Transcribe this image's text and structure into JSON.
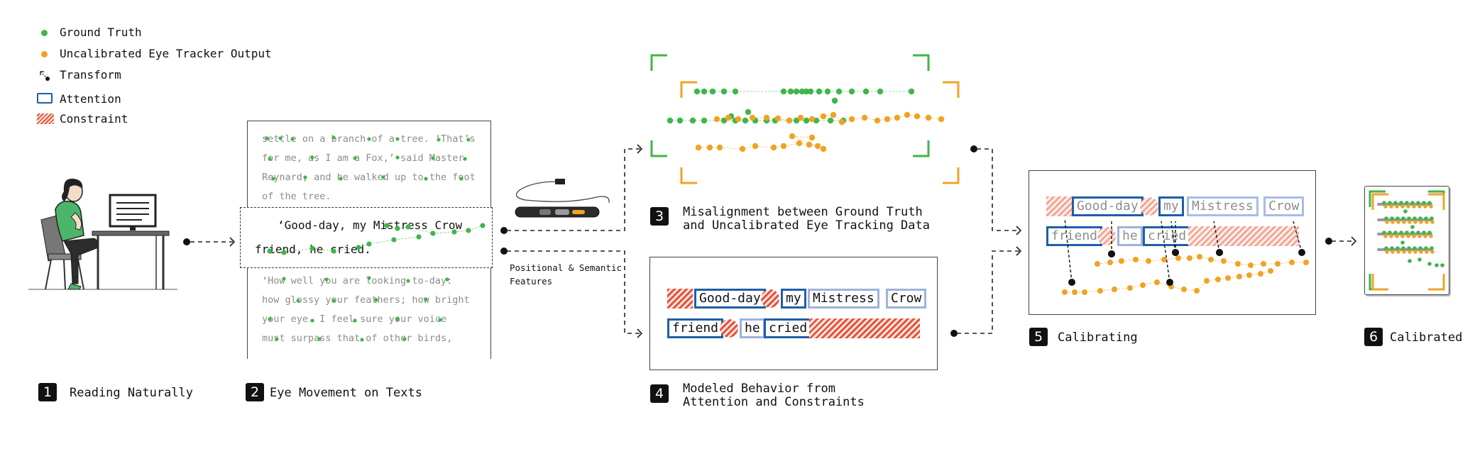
{
  "legend": {
    "items": [
      {
        "label": "Ground Truth",
        "icon": "green-dot-icon",
        "color": "#3fb64a"
      },
      {
        "label": "Uncalibrated Eye Tracker Output",
        "icon": "orange-dot-icon",
        "color": "#f0a323"
      },
      {
        "label": "Transform",
        "icon": "transform-arrow-icon"
      },
      {
        "label": "Attention",
        "icon": "attention-box-icon",
        "color": "#1f5ea8"
      },
      {
        "label": "Constraint",
        "icon": "constraint-hatch-icon",
        "color": "#e5553d"
      }
    ]
  },
  "steps": [
    {
      "number": "1",
      "label": "Reading Naturally"
    },
    {
      "number": "2",
      "label": "Eye Movement on Texts"
    },
    {
      "number": "3",
      "label": "Misalignment between Ground Truth",
      "label2": "and Uncalibrated Eye Tracking Data"
    },
    {
      "number": "4",
      "label": "Modeled Behavior from",
      "label2": "Attention and Constraints"
    },
    {
      "number": "5",
      "label": "Calibrating"
    },
    {
      "number": "6",
      "label": "Calibrated"
    }
  ],
  "reading_text": {
    "para1": [
      "settle on a branch of a tree. ‘That’s",
      "for me, as I am a Fox,’ said Master",
      "Reynard, and he walked up to the foot",
      "of the tree."
    ],
    "focus": [
      "‘Good-day, my Mistress Crow",
      "friend,  he cried."
    ],
    "para2": [
      "‘How well you are looking to-day:",
      "how glossy your feathers; how bright",
      "your eye. I feel sure your voice",
      "must surpass that of other birds,"
    ]
  },
  "features_label": [
    "Positional & Semantic",
    "Features"
  ],
  "words": {
    "row1": [
      "Good-day",
      "my",
      "Mistress",
      "Crow"
    ],
    "row2": [
      "friend",
      "he",
      "cried"
    ]
  },
  "colors": {
    "ground_truth": "#3fb64a",
    "uncalibrated": "#f0a323",
    "attention": "#1f5ea8",
    "constraint": "#e5553d"
  }
}
